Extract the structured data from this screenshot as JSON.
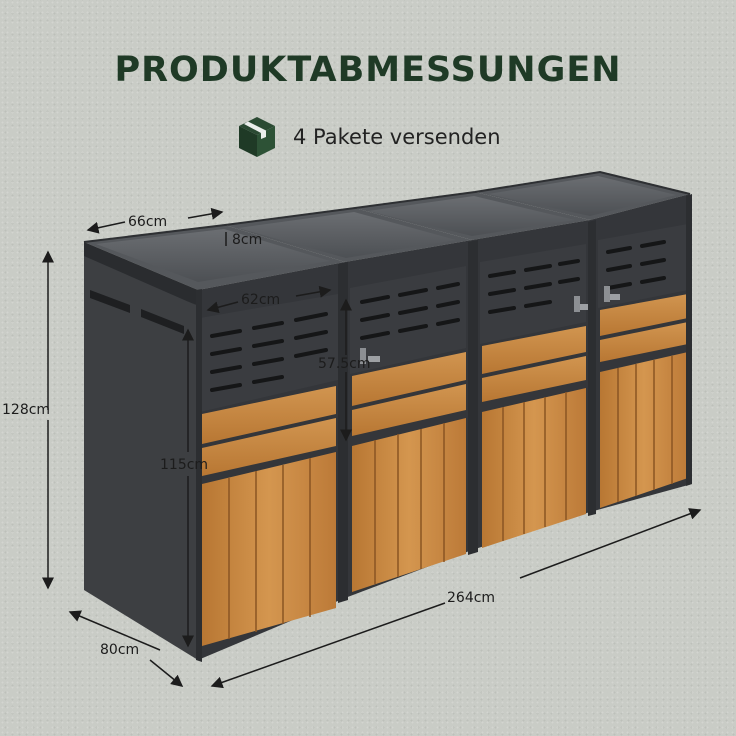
{
  "header": {
    "title": "PRODUKTABMESSUNGEN",
    "subtitle": "4 Pakete versenden",
    "icon": "package-box-icon"
  },
  "dimensions": {
    "lid_width": "66cm",
    "rim_height": "8cm",
    "inner_width": "62cm",
    "opening_height": "57.5cm",
    "total_height": "128cm",
    "body_height": "115cm",
    "total_width": "264cm",
    "depth": "80cm"
  },
  "colors": {
    "title": "#1f3a26",
    "frame": "#3b3d40",
    "wood": "#c98a44",
    "background": "#c9ccc6"
  }
}
